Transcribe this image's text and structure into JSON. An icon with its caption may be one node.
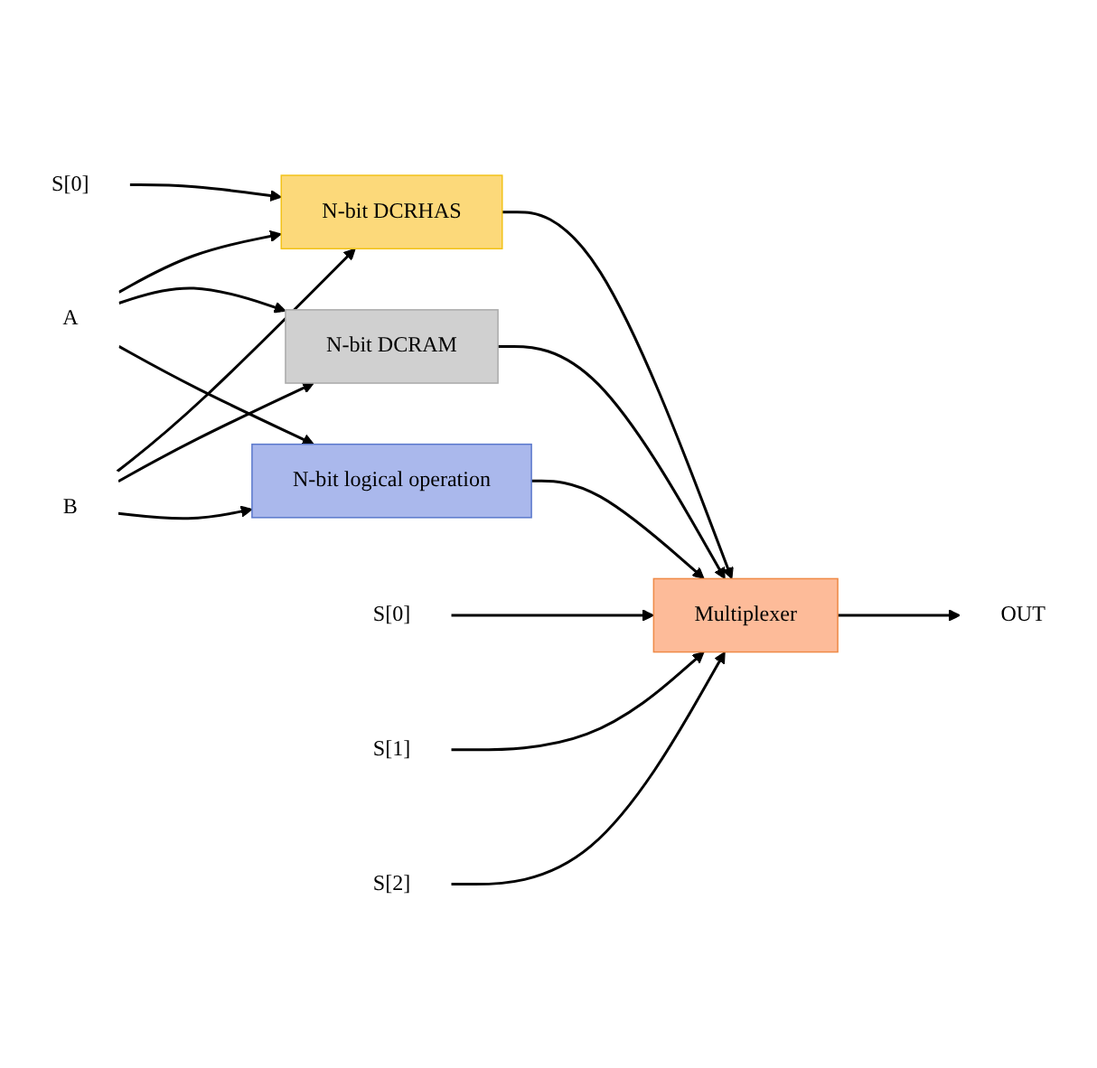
{
  "diagram": {
    "nodes": [
      {
        "text": [
          "A"
        ]
      },
      {
        "text": [
          "B"
        ]
      },
      {
        "text": [
          "S[0]"
        ]
      },
      {
        "text": [
          "N-bit DCRHAS"
        ]
      },
      {
        "text": [
          "N-bit DCRAM"
        ]
      },
      {
        "text": [
          "N-bit logical operation"
        ]
      },
      {
        "text": [
          "Multiplexer"
        ]
      },
      {
        "text": [
          "OUT"
        ]
      },
      {
        "text": [
          "S[0]"
        ]
      },
      {
        "text": [
          "S[1]"
        ]
      },
      {
        "text": [
          "S[2]"
        ]
      }
    ],
    "edges": [
      {
        "from": 0,
        "to": 3,
        "arrow": "to"
      },
      {
        "from": 0,
        "to": 4,
        "arrow": "to"
      },
      {
        "from": 0,
        "to": 5,
        "arrow": "to"
      },
      {
        "from": 1,
        "to": 3,
        "arrow": "to"
      },
      {
        "from": 1,
        "to": 4,
        "arrow": "to"
      },
      {
        "from": 1,
        "to": 5,
        "arrow": "to"
      },
      {
        "from": 2,
        "to": 3,
        "arrow": "to"
      },
      {
        "from": 3,
        "to": 6,
        "arrow": "to"
      },
      {
        "from": 4,
        "to": 6,
        "arrow": "to"
      },
      {
        "from": 5,
        "to": 6,
        "arrow": "to"
      },
      {
        "from": 6,
        "to": 7,
        "arrow": "to"
      },
      {
        "from": 8,
        "to": 6,
        "arrow": "to"
      },
      {
        "from": 9,
        "to": 6,
        "arrow": "to"
      },
      {
        "from": 10,
        "to": 6,
        "arrow": "to"
      }
    ]
  }
}
